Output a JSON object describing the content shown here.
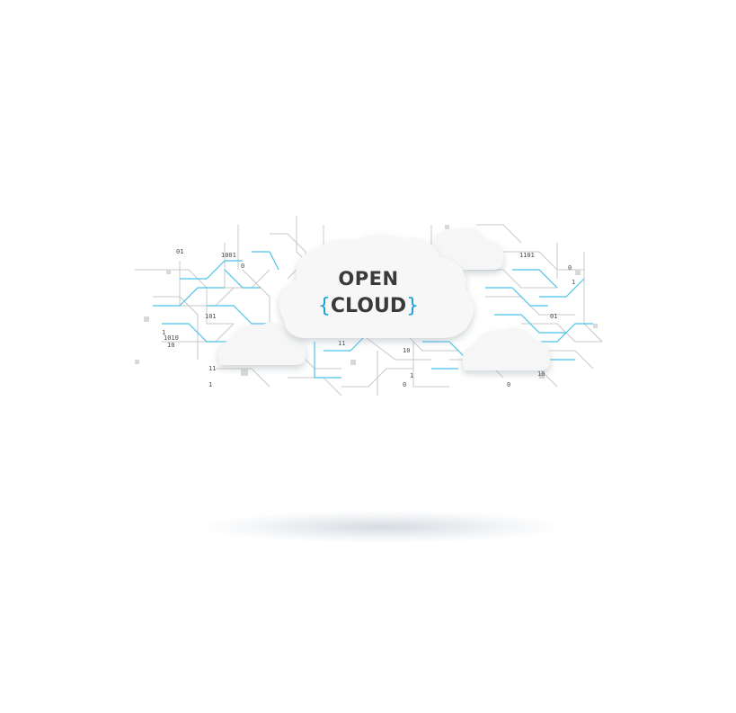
{
  "logo": {
    "line1": "OPEN",
    "brace_open": "{",
    "word": "CLOUD",
    "brace_close": "}"
  },
  "colors": {
    "accent": "#1aa3d9",
    "text": "#3a3a3a",
    "lines": "#c8c8c8",
    "cloud": "#f6f6f6"
  },
  "binary_labels": [
    "01",
    "1001",
    "0",
    "1",
    "10",
    "11",
    "101",
    "1101",
    "1010",
    "0",
    "1",
    "01",
    "10",
    "1",
    "0",
    "11",
    "1",
    "0",
    "10",
    "1"
  ]
}
